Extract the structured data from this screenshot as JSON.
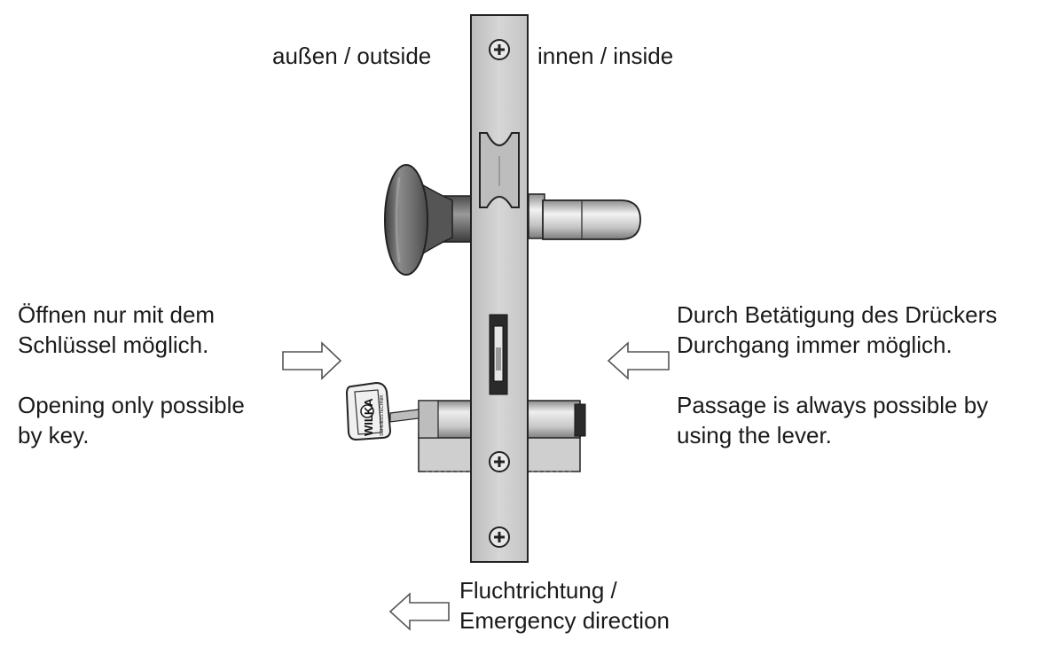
{
  "labels": {
    "outside": "außen / outside",
    "inside": "innen / inside"
  },
  "left_note": {
    "de_line1": "Öffnen nur mit dem",
    "de_line2": "Schlüssel möglich.",
    "en_line1": "Opening only possible",
    "en_line2": "by key."
  },
  "right_note": {
    "de_line1": "Durch Betätigung des Drückers",
    "de_line2": "Durchgang immer möglich.",
    "en_line1": "Passage is always possible by",
    "en_line2": "using the lever."
  },
  "escape": {
    "line1": "Fluchtrichtung /",
    "line2": "Emergency direction"
  },
  "key_brand": "WILKA",
  "key_brand_sub": "SCHLIESSTECHNIK",
  "colors": {
    "text": "#1a1a1a",
    "faceplate": "#d2d2d2",
    "knob": "#6e6e6e",
    "lever": "#c9c9c9",
    "arrow_stroke": "#555555"
  }
}
